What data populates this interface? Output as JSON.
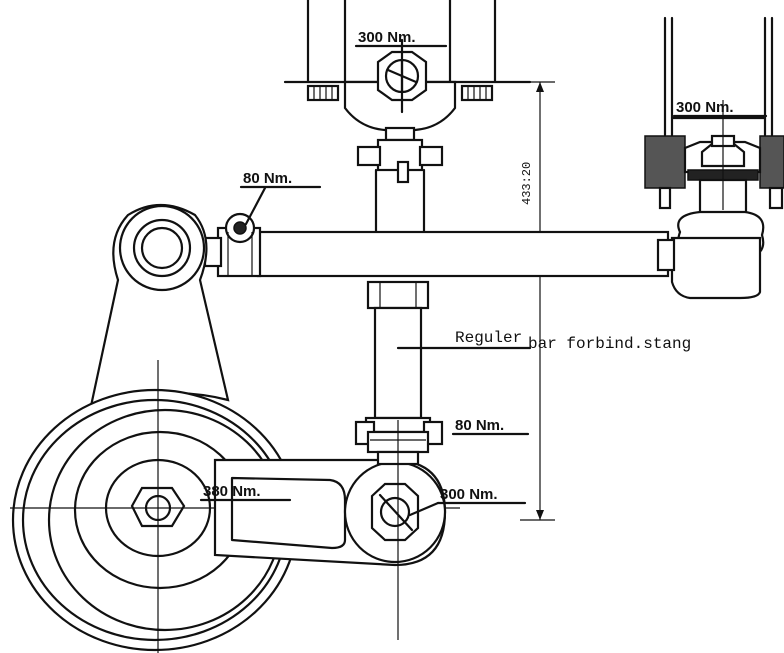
{
  "labels": {
    "torque_top_center": "300 Nm.",
    "torque_top_right": "300 Nm.",
    "torque_tie_rod": "80 Nm.",
    "torque_clamp_lower": "80 Nm.",
    "torque_center_pivot": "380 Nm.",
    "torque_lower_pivot": "300 Nm.",
    "dimension": "433:20",
    "adjust_rod_prefix": "Reguler",
    "adjust_rod_text": "bar forbind.stang"
  }
}
